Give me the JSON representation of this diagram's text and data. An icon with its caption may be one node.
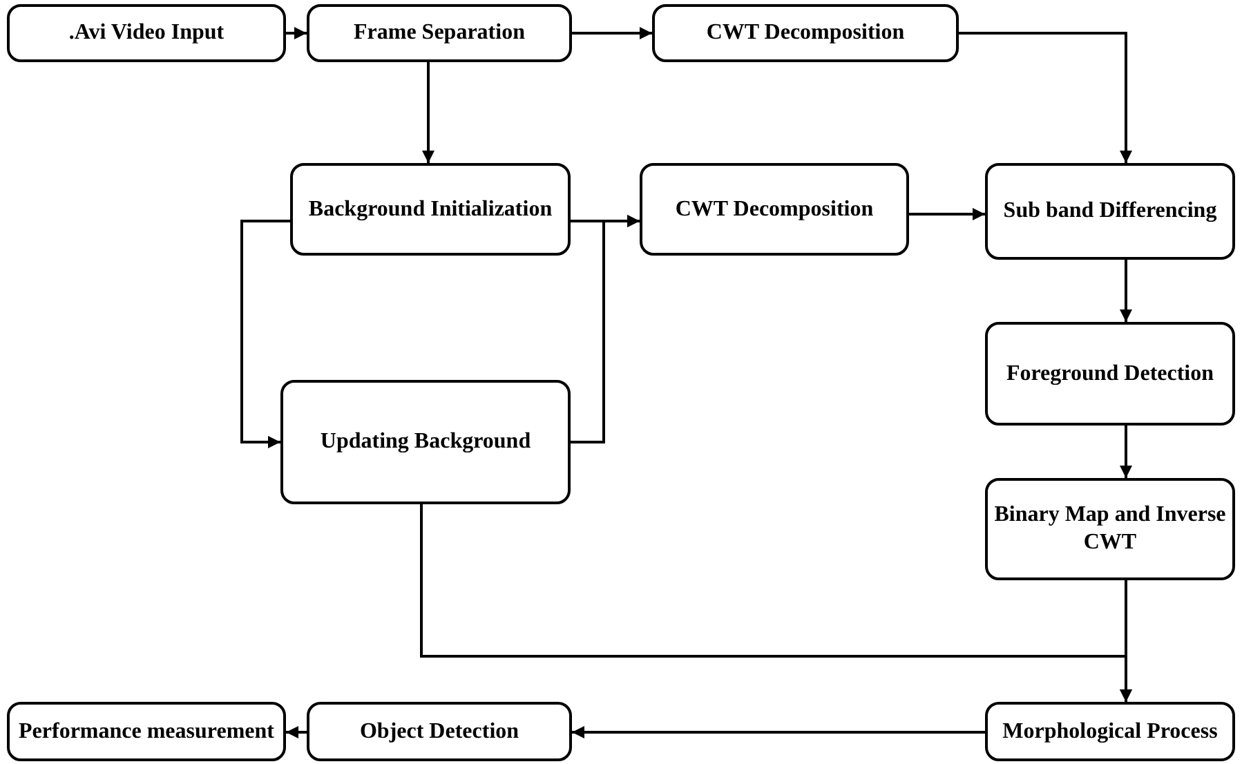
{
  "diagram": {
    "nodes": [
      {
        "text": [
          ".Avi Video Input"
        ]
      },
      {
        "text": [
          "Frame Separation"
        ]
      },
      {
        "text": [
          "CWT Decomposition"
        ]
      },
      {
        "text": [
          "Background Initialization"
        ]
      },
      {
        "text": [
          "CWT Decomposition"
        ]
      },
      {
        "text": [
          "Sub band Differencing"
        ]
      },
      {
        "text": [
          "Updating Background"
        ]
      },
      {
        "text": [
          "Foreground Detection"
        ]
      },
      {
        "text": [
          "Binary Map and Inverse CWT"
        ]
      },
      {
        "text": [
          "Performance measurement"
        ]
      },
      {
        "text": [
          "Object Detection"
        ]
      },
      {
        "text": [
          "Morphological Process"
        ]
      }
    ],
    "edges": [
      {
        "from": 0,
        "to": 1,
        "arrow": "to"
      },
      {
        "from": 1,
        "to": 2,
        "arrow": "to"
      },
      {
        "from": 2,
        "to": 5,
        "arrow": "to"
      },
      {
        "from": 1,
        "to": 3,
        "arrow": "to"
      },
      {
        "from": 3,
        "to": 4,
        "arrow": "to"
      },
      {
        "from": 4,
        "to": 5,
        "arrow": "to"
      },
      {
        "from": 3,
        "to": 6,
        "arrow": "to"
      },
      {
        "from": 6,
        "to": 4,
        "arrow": "to"
      },
      {
        "from": 5,
        "to": 7,
        "arrow": "to"
      },
      {
        "from": 7,
        "to": 8,
        "arrow": "to"
      },
      {
        "from": 8,
        "to": 11,
        "arrow": "to"
      },
      {
        "from": 6,
        "to": 11,
        "arrow": "to"
      },
      {
        "from": 11,
        "to": 10,
        "arrow": "to"
      },
      {
        "from": 10,
        "to": 9,
        "arrow": "to"
      }
    ]
  }
}
